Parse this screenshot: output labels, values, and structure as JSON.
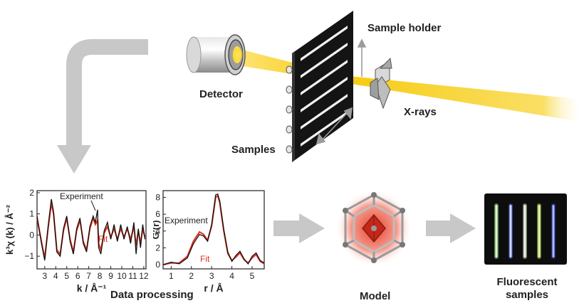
{
  "labels": {
    "detector": "Detector",
    "sample_holder": "Sample holder",
    "xrays": "X-rays",
    "samples": "Samples",
    "data_processing": "Data processing",
    "model": "Model",
    "fluorescent_samples": "Fluorescent\nsamples"
  },
  "colors": {
    "fit": "#e0301e",
    "experiment": "#111111",
    "beam": "#f5c800",
    "arrow": "#c8c8c8",
    "model_red": "#e2331f"
  },
  "chart_data": [
    {
      "type": "line",
      "xlabel": "k / Å⁻¹",
      "ylabel": "k³χ (k) / Å⁻²",
      "xlim": [
        2.3,
        12.2
      ],
      "ylim": [
        -1.6,
        2.1
      ],
      "xticks": [
        "3",
        "4",
        "5",
        "6",
        "7",
        "8",
        "9",
        "10",
        "11",
        "12"
      ],
      "yticks": [
        "2",
        "1",
        "0",
        "−1"
      ],
      "series": [
        {
          "name": "Experiment",
          "x": [
            2.3,
            2.7,
            3.0,
            3.3,
            3.6,
            3.8,
            4.1,
            4.4,
            4.7,
            5.0,
            5.3,
            5.6,
            5.9,
            6.2,
            6.5,
            6.8,
            7.1,
            7.4,
            7.6,
            7.8,
            7.9,
            8.1,
            8.4,
            8.7,
            9.0,
            9.3,
            9.6,
            9.9,
            10.2,
            10.5,
            10.8,
            11.1,
            11.3,
            11.5,
            11.7,
            11.9,
            12.1
          ],
          "y": [
            0.9,
            -0.4,
            -1.2,
            0.4,
            1.7,
            1.1,
            -0.8,
            -1.0,
            0.3,
            0.9,
            -0.3,
            -0.9,
            0.3,
            0.8,
            -0.4,
            -0.8,
            0.4,
            0.9,
            0.6,
            1.2,
            -0.6,
            -0.9,
            0.2,
            0.6,
            -0.2,
            0.5,
            -0.3,
            0.5,
            -0.2,
            0.4,
            -0.4,
            0.6,
            -0.9,
            0.3,
            -0.6,
            0.5,
            -0.2
          ]
        },
        {
          "name": "Fit",
          "x": [
            2.3,
            2.7,
            3.0,
            3.3,
            3.6,
            3.8,
            4.1,
            4.4,
            4.7,
            5.0,
            5.3,
            5.6,
            5.9,
            6.2,
            6.5,
            6.8,
            7.1,
            7.4,
            7.6,
            7.8,
            7.9,
            8.1,
            8.4,
            8.7,
            9.0,
            9.3,
            9.6,
            9.9,
            10.2,
            10.5,
            10.8,
            11.1,
            11.3,
            11.5,
            11.7,
            11.9,
            12.1
          ],
          "y": [
            0.8,
            -0.3,
            -1.1,
            0.3,
            1.5,
            1.0,
            -0.7,
            -0.9,
            0.2,
            0.8,
            -0.2,
            -0.8,
            0.2,
            0.7,
            -0.3,
            -0.7,
            0.3,
            0.8,
            0.5,
            0.7,
            -0.4,
            -0.7,
            0.1,
            0.4,
            -0.1,
            0.3,
            -0.2,
            0.3,
            -0.1,
            0.3,
            -0.2,
            0.4,
            -0.5,
            0.2,
            -0.4,
            0.3,
            -0.1
          ]
        }
      ],
      "annotations": [
        "Experiment",
        "Fit"
      ]
    },
    {
      "type": "line",
      "xlabel": "r / Å",
      "ylabel": "G′(r)",
      "xlim": [
        0.6,
        5.6
      ],
      "ylim": [
        -0.5,
        8.8
      ],
      "xticks": [
        "1",
        "2",
        "3",
        "4",
        "5"
      ],
      "yticks": [
        "8",
        "6",
        "4",
        "2",
        "0"
      ],
      "series": [
        {
          "name": "Experiment",
          "x": [
            0.6,
            1.0,
            1.4,
            1.8,
            2.1,
            2.4,
            2.6,
            2.8,
            3.0,
            3.2,
            3.3,
            3.4,
            3.6,
            3.8,
            4.0,
            4.2,
            4.4,
            4.6,
            4.8,
            5.0,
            5.2,
            5.4,
            5.6
          ],
          "y": [
            0.0,
            0.3,
            0.1,
            0.8,
            2.5,
            3.6,
            3.4,
            2.8,
            4.8,
            8.3,
            8.4,
            7.6,
            4.2,
            1.5,
            0.4,
            1.1,
            1.6,
            0.7,
            0.1,
            1.0,
            1.4,
            0.5,
            0.2
          ]
        },
        {
          "name": "Fit",
          "x": [
            0.6,
            1.0,
            1.4,
            1.8,
            2.1,
            2.4,
            2.6,
            2.8,
            3.0,
            3.2,
            3.3,
            3.4,
            3.6,
            3.8,
            4.0,
            4.2,
            4.4,
            4.6,
            4.8,
            5.0,
            5.2,
            5.4,
            5.6
          ],
          "y": [
            0.0,
            0.2,
            0.2,
            1.0,
            2.8,
            3.9,
            3.6,
            2.9,
            4.6,
            8.0,
            8.2,
            7.4,
            4.0,
            1.3,
            0.5,
            0.9,
            1.4,
            0.6,
            0.2,
            0.8,
            1.2,
            0.4,
            0.1
          ]
        }
      ],
      "annotations": [
        "Experiment",
        "Fit"
      ]
    }
  ]
}
